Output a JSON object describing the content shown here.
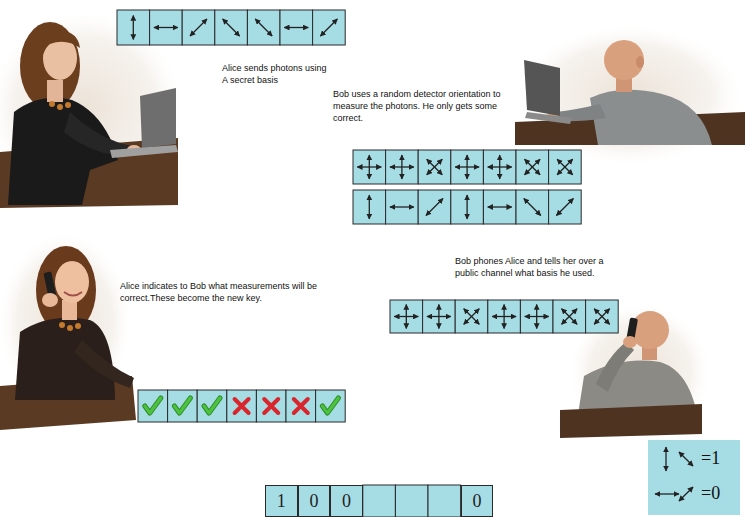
{
  "diagram": {
    "nodes": [
      {
        "text": [
          "1"
        ]
      },
      {
        "text": [
          "0"
        ]
      },
      {
        "text": [
          "0"
        ]
      },
      {
        "text": [
          "0"
        ]
      }
    ],
    "labels": [
      "Alice sends photons using A secret basis",
      "Bob uses a random detector orientation to measure the photons. He only gets some correct.",
      "Alice indicates to Bob what measurements will be correct.These become the new key.",
      "Bob phones Alice and tells her over a public channel what basis he used."
    ],
    "legend": [
      {
        "text": "=1"
      },
      {
        "text": "=0"
      }
    ]
  }
}
